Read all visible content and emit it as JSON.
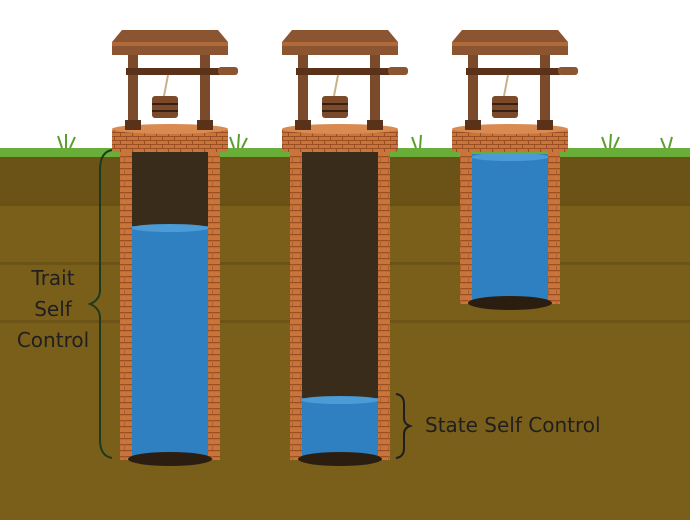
{
  "labels": {
    "trait_line1": "Trait",
    "trait_line2": "Self",
    "trait_line3": "Control",
    "state": "State Self  Control"
  },
  "colors": {
    "sky": "#ffffff",
    "grass": "#6aae3a",
    "soil": "#7a5f1a",
    "soil_band": "#6b5216",
    "brick": "#c8743a",
    "brick_dark": "#9a4f22",
    "wood": "#7a4a2a",
    "wood_dark": "#5a321a",
    "water": "#2f80c0",
    "water_top": "#4a9bd6",
    "shaft_dark": "#3a2c1a",
    "bracket": "#1e3a1e"
  },
  "wells": [
    {
      "name": "well-left",
      "water_level": 0.75
    },
    {
      "name": "well-middle",
      "water_level": 0.2
    },
    {
      "name": "well-right",
      "water_level": 1.0
    }
  ]
}
